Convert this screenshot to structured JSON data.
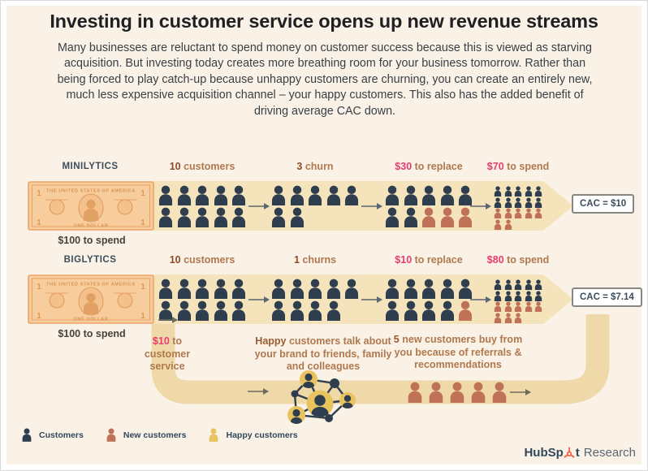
{
  "header": {
    "title": "Investing in customer service opens up new revenue streams",
    "intro": "Many businesses are reluctant to spend money on customer success because this is viewed as starving acquisition. But investing today creates more breathing room for your business tomorrow. Rather than being forced to play catch-up because unhappy customers are churning, you can create an entirely new, much less expensive acquisition channel – your happy customers. This also has the added benefit of driving average CAC down.",
    "title_color": "#1f2023"
  },
  "palette": {
    "background": "#faf2e6",
    "band": "#f5e3bb",
    "ribbon": "#f0d9a9",
    "customer": "#2e3e4f",
    "new_customer": "#bf7257",
    "happy_customer": "#e9c35e",
    "money_pink": "#e63c72",
    "label_brown": "#b0784e",
    "hubspot_orange": "#ee6c4e"
  },
  "rows": [
    {
      "company": "MINILYTICS",
      "spend_label": "$100 to spend",
      "cac_label": "CAC = $10",
      "stages": [
        {
          "label": "[[10]] customers",
          "em_class": "em-dark",
          "size": "lg",
          "icon_rows": [
            "DDDDD",
            "DDDDD"
          ]
        },
        {
          "label": "[[3]] churn",
          "em_class": "em-dark",
          "size": "lg",
          "icon_rows": [
            "DDDDD",
            "DD"
          ]
        },
        {
          "label": "[[$30]] to replace",
          "em_class": "em-pink",
          "size": "lg",
          "icon_rows": [
            "DDDDD",
            "DDNNN"
          ]
        },
        {
          "label": "[[$70]] to spend",
          "em_class": "em-pink",
          "size": "sm",
          "icon_rows": [
            "DDDDD",
            "DDDDD",
            "NNNNN",
            "NN"
          ]
        }
      ]
    },
    {
      "company": "BIGLYTICS",
      "spend_label": "$100 to spend",
      "cac_label": "CAC = $7.14",
      "stages": [
        {
          "label": "[[10]] customers",
          "em_class": "em-dark",
          "size": "lg",
          "icon_rows": [
            "DDDDD",
            "DDDDD"
          ]
        },
        {
          "label": "[[1]] churns",
          "em_class": "em-dark",
          "size": "lg",
          "icon_rows": [
            "DDDDD",
            "DDDD"
          ]
        },
        {
          "label": "[[$10]] to replace",
          "em_class": "em-pink",
          "size": "lg",
          "icon_rows": [
            "DDDDD",
            "DDDDN"
          ]
        },
        {
          "label": "[[$80]] to spend",
          "em_class": "em-pink",
          "size": "sm",
          "icon_rows": [
            "DDDDD",
            "DDDDD",
            "NNNNN",
            "NNN"
          ]
        }
      ]
    }
  ],
  "loop": {
    "service_lines": [
      "[[$10]] to",
      "customer",
      "service"
    ],
    "service_em": "em-pink",
    "happy_lines": [
      "[[Happy]] customers talk about",
      "your brand to friends, family",
      "and colleagues"
    ],
    "happy_em": "em-brown",
    "referral_lines": [
      "[[5]] new customers buy from",
      "you because of referrals &",
      "recommendations"
    ],
    "referral_em": "em-brown",
    "referral_icons": "NNNNN"
  },
  "legend": [
    {
      "code": "D",
      "icon": "customer-icon",
      "label": "Customers"
    },
    {
      "code": "N",
      "icon": "new-customer-icon",
      "label": "New customers"
    },
    {
      "code": "H",
      "icon": "happy-customer-icon",
      "label": "Happy customers"
    }
  ],
  "footer": {
    "brand_pre": "HubSp",
    "brand_post": "t",
    "suffix": "Research"
  }
}
